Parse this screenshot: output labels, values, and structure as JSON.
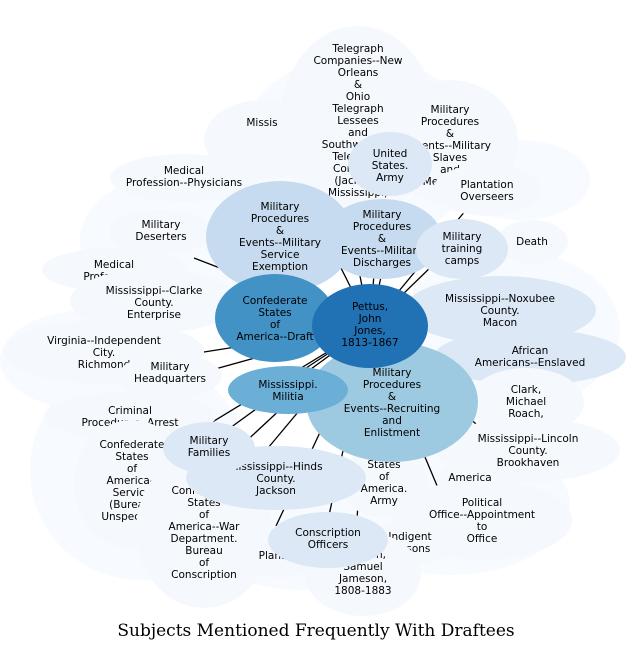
{
  "title": "Subjects Mentioned Frequently With Draftees",
  "colors": {
    "lightest": "#f5f9fe",
    "light": "#dce8f5",
    "light_mid": "#c6dbef",
    "mid": "#9ecae1",
    "mid_dark": "#6baed6",
    "dark": "#4292c6",
    "darkest": "#2171b5",
    "edge": "#000000"
  },
  "nodes": {
    "telegraph": {
      "label": "Telegraph Companies--New Orleans & Ohio Telegraph Lessees and Southwestern Telegraph Company (Jackson, Mississippi)",
      "shade": "lightest"
    },
    "mississippi_hidden": {
      "label": "Missis",
      "shade": "lightest"
    },
    "military_procedures_slaves": {
      "label": "Military Procedures & Events--Military Slaves and Merchants",
      "shade": "lightest"
    },
    "united_states_army_top": {
      "label": "United States. Army",
      "shade": "light"
    },
    "medical_physicians": {
      "label": "Medical Profession--Physicians",
      "shade": "lightest"
    },
    "plantation_overseers": {
      "label": "Plantation Overseers",
      "shade": "lightest"
    },
    "service_exemption": {
      "label": "Military Procedures & Events--Military Service Exemption",
      "shade": "light_mid"
    },
    "military_discharges": {
      "label": "Military Procedures & Events--Military Discharges",
      "shade": "light_mid"
    },
    "military_deserters": {
      "label": "Military Deserters",
      "shade": "lightest"
    },
    "military_training": {
      "label": "Military training camps",
      "shade": "light"
    },
    "death": {
      "label": "Death",
      "shade": "lightest"
    },
    "medical_profession": {
      "label": "Medical Profession",
      "shade": "lightest"
    },
    "clarke_county": {
      "label": "Mississippi--Clarke County. Enterprise",
      "shade": "lightest"
    },
    "confederate_army": {
      "label": "Confederate States of America--Draft",
      "shade": "dark"
    },
    "pettus": {
      "label": "Pettus, John Jones, 1813-1867",
      "shade": "darkest"
    },
    "noxubee": {
      "label": "Mississippi--Noxubee County. Macon",
      "shade": "light"
    },
    "virginia_richmond": {
      "label": "Virginia--Independent City. Richmond",
      "shade": "lightest"
    },
    "military_headquarters": {
      "label": "Military Headquarters",
      "shade": "lightest"
    },
    "mississippi_militia": {
      "label": "Mississippi. Militia",
      "shade": "mid_dark"
    },
    "recruiting": {
      "label": "Military Procedures & Events--Recruiting and Enlistment",
      "shade": "mid"
    },
    "african_americans": {
      "label": "African Americans--Enslaved",
      "shade": "light"
    },
    "criminal_arrest": {
      "label": "Criminal Procedures--Arrest",
      "shade": "lightest"
    },
    "clark_michael": {
      "label": "Clark, Michael Roach,",
      "shade": "lightest"
    },
    "confederate_service": {
      "label": "Confederate States of America--Service (Bureau) Unspecified",
      "shade": "lightest"
    },
    "military_families": {
      "label": "Military Families",
      "shade": "light"
    },
    "lincoln_county": {
      "label": "Mississippi--Lincoln County. Brookhaven",
      "shade": "lightest"
    },
    "hinds_county": {
      "label": "Mississippi--Hinds County. Jackson",
      "shade": "light"
    },
    "confederate_states_army": {
      "label": "Confederate States of America. Army",
      "shade": "lightest"
    },
    "american_hidden": {
      "label": "America",
      "shade": "lightest"
    },
    "war_department": {
      "label": "Confederate States of America--War Department. Bureau of Conscription",
      "shade": "lightest"
    },
    "political_office": {
      "label": "Political Office--Appointment to Office",
      "shade": "lightest"
    },
    "conscription_officers": {
      "label": "Conscription Officers",
      "shade": "light"
    },
    "planters": {
      "label": "Planters",
      "shade": "lightest"
    },
    "ghost_pets": {
      "label": "Indigent Persons",
      "shade": "lightest"
    },
    "jameson": {
      "label": "Gholson, Samuel Jameson, 1808-1883",
      "shade": "lightest"
    }
  },
  "edges": [
    [
      "pettus",
      "telegraph"
    ],
    [
      "pettus",
      "united_states_army_top"
    ],
    [
      "pettus",
      "plantation_overseers"
    ],
    [
      "pettus",
      "service_exemption"
    ],
    [
      "pettus",
      "military_discharges"
    ],
    [
      "pettus",
      "military_deserters"
    ],
    [
      "pettus",
      "military_training"
    ],
    [
      "pettus",
      "clarke_county"
    ],
    [
      "pettus",
      "confederate_army"
    ],
    [
      "pettus",
      "virginia_richmond"
    ],
    [
      "pettus",
      "military_headquarters"
    ],
    [
      "pettus",
      "mississippi_militia"
    ],
    [
      "pettus",
      "recruiting"
    ],
    [
      "pettus",
      "lincoln_county"
    ],
    [
      "pettus",
      "military_families"
    ],
    [
      "pettus",
      "hinds_county"
    ],
    [
      "pettus",
      "confederate_states_army"
    ],
    [
      "pettus",
      "war_department"
    ],
    [
      "pettus",
      "political_office"
    ],
    [
      "pettus",
      "conscription_officers"
    ],
    [
      "pettus",
      "planters"
    ],
    [
      "pettus",
      "jameson"
    ],
    [
      "pettus",
      "confederate_service"
    ]
  ]
}
